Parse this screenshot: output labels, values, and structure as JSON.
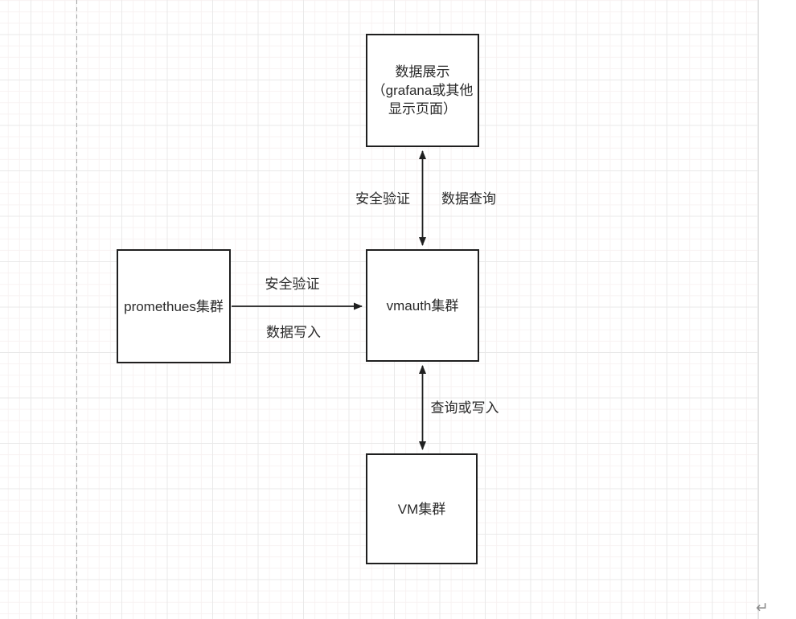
{
  "canvas": {
    "return_mark": "↵"
  },
  "colors": {
    "node_border": "#1f1f1f",
    "arrow": "#1f1f1f",
    "text": "#2a2a2a",
    "grid_major": "#e9e9e9",
    "grid_minor": "#f8f2f2",
    "dashed_guide": "#a6a6a6"
  },
  "nodes": {
    "display": {
      "line1": "数据展示",
      "line2": "（grafana或其他",
      "line3": "显示页面）"
    },
    "prometheus": {
      "label": "promethues集群"
    },
    "vmauth": {
      "label": "vmauth集群"
    },
    "vm": {
      "label": "VM集群"
    }
  },
  "edges": {
    "display_vmauth": {
      "direction": "both",
      "label_left": "安全验证",
      "label_right": "数据查询"
    },
    "prometheus_vmauth": {
      "direction": "right",
      "label_top": "安全验证",
      "label_bottom": "数据写入"
    },
    "vmauth_vm": {
      "direction": "both",
      "label": "查询或写入"
    }
  }
}
